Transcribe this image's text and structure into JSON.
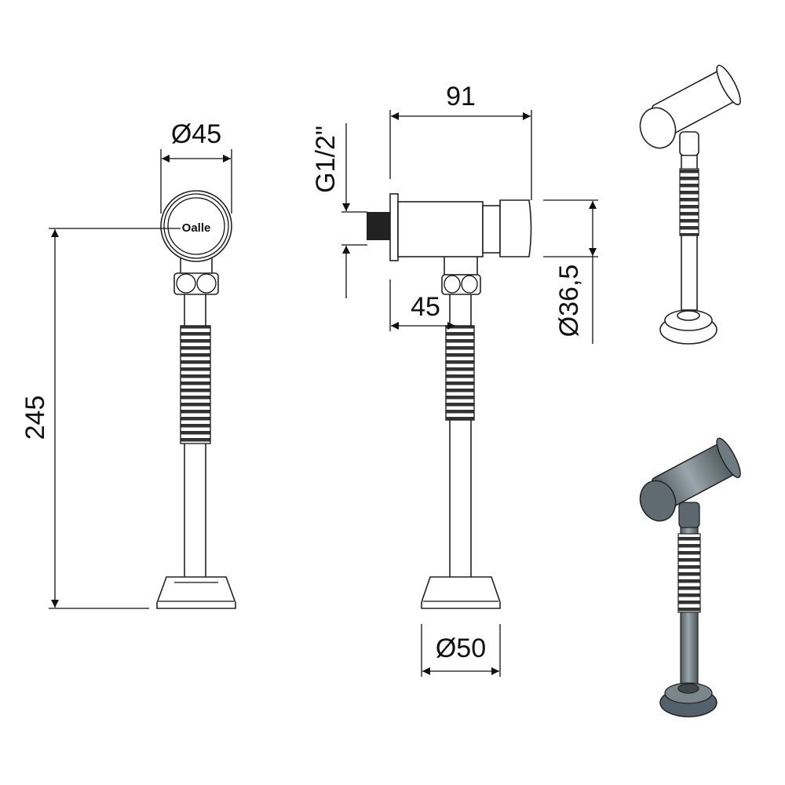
{
  "drawing": {
    "front_view": {
      "diameter_label": "Ø45",
      "height_label": "245",
      "logo_text": "Oalle"
    },
    "side_view": {
      "length_label": "91",
      "thread_label": "G1/2\"",
      "knob_diameter_label": "Ø36,5",
      "offset_label": "45",
      "base_diameter_label": "Ø50"
    },
    "iso_views": [
      {
        "style": "line-art",
        "fill_color": "#ffffff"
      },
      {
        "style": "shaded",
        "fill_color": "#6f7b80"
      }
    ]
  }
}
